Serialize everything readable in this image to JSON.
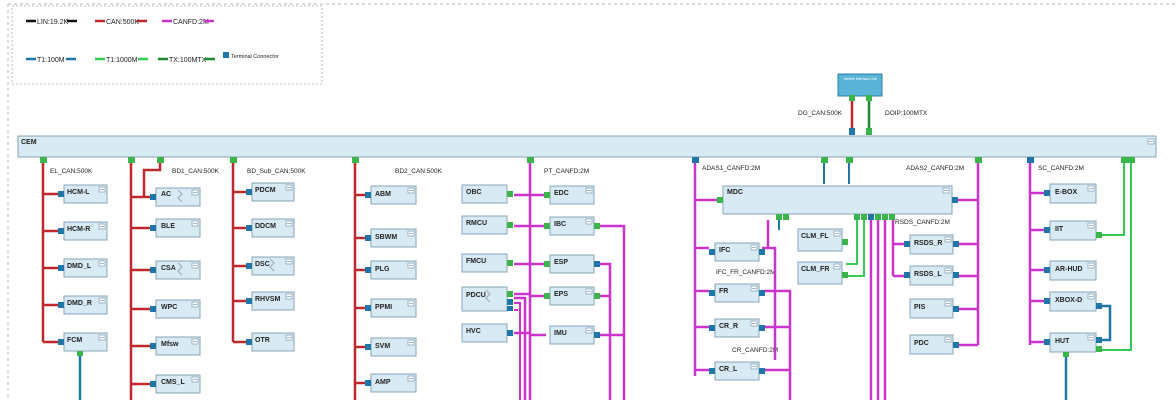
{
  "legend": {
    "items": [
      {
        "label": "LIN:19.2K",
        "color": "#111111"
      },
      {
        "label": "CAN:500K",
        "color": "#c0282d"
      },
      {
        "label": "CANFD:2M",
        "color": "#cc33cc"
      },
      {
        "label": "T1:100M",
        "color": "#1f77a8"
      },
      {
        "label": "T1:1000M",
        "color": "#33cc55"
      },
      {
        "label": "TX:100MTX",
        "color": "#1e8a2e"
      },
      {
        "label": "Terminal Connector",
        "color": "#1f77a8"
      }
    ]
  },
  "colors": {
    "can": "#c0282d",
    "canfd": "#cc33cc",
    "t1": "#1f77a8",
    "t1000": "#33cc55",
    "tx": "#1e8a2e",
    "box_fill": "#d8eaf4",
    "box_stroke": "#8aa4b8",
    "port": "#3bb54a",
    "term": "#1f77a8"
  },
  "cem": {
    "label": "CEM"
  },
  "gateway": {
    "label": "Vehicle Interface Unit"
  },
  "bus_labels": {
    "dg": "DG_CAN:500K",
    "doip": "DOIP:100MTX",
    "el": "EL_CAN:500K",
    "bd1": "BD1_CAN:500K",
    "bdsub": "BD_Sub_CAN:500K",
    "bd2": "BD2_CAN:500K",
    "pt": "PT_CANFD:2M",
    "adas1": "ADAS1_CANFD:2M",
    "adas2": "ADAS2_CANFD:2M",
    "sc": "SC_CANFD:2M",
    "rsds": "RSDS_CANFD:2M",
    "ifcfr": "IFC_FR_CANFD:2M",
    "cr": "CR_CANFD:2M"
  },
  "ecus": {
    "hcml": "HCM-L",
    "hcmr": "HCM-R",
    "dmdl": "DMD_L",
    "dmdr": "DMD_R",
    "fcm": "FCM",
    "ac": "AC",
    "ble": "BLE",
    "csa": "CSA",
    "wpc": "WPC",
    "mfsw": "Mfsw",
    "cmsl": "CMS_L",
    "pdcm": "PDCM",
    "ddcm": "DDCM",
    "dsc": "DSC",
    "rhvsm": "RHVSM",
    "otr": "OTR",
    "abm": "ABM",
    "sbwm": "SBWM",
    "plg": "PLG",
    "ppmi": "PPMI",
    "svm": "SVM",
    "amp": "AMP",
    "obc": "OBC",
    "rmcu": "RMCU",
    "fmcu": "FMCU",
    "pdcu": "PDCU",
    "hvc": "HVC",
    "edc": "EDC",
    "ibc": "IBC",
    "esp": "ESP",
    "eps": "EPS",
    "imu": "IMU",
    "mdc": "MDC",
    "ifc": "IFC",
    "fr": "FR",
    "crr": "CR_R",
    "crl": "CR_L",
    "clmfl": "CLM_FL",
    "clmfr": "CLM_FR",
    "rsdsr": "RSDS_R",
    "rsdsl": "RSDS_L",
    "pis": "PIS",
    "pdc": "PDC",
    "ebox": "E-BOX",
    "iit": "IIT",
    "arhud": "AR-HUD",
    "xbox": "XBOX-D",
    "hut": "HUT"
  }
}
